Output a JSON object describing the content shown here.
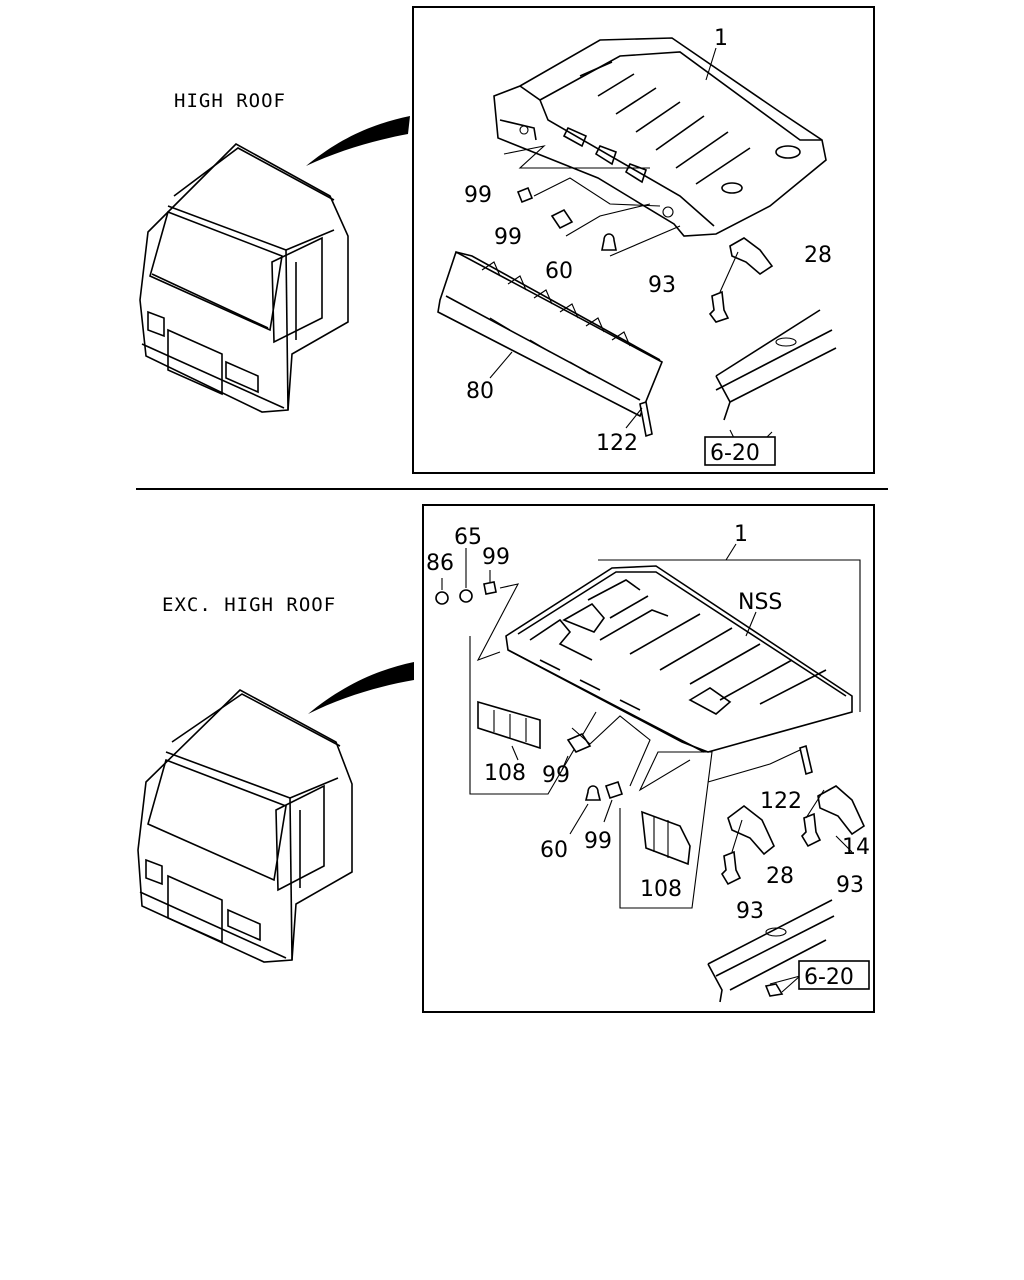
{
  "top_section": {
    "caption": "HIGH ROOF",
    "ref_box": "6-20",
    "callouts": {
      "roof_panel": "1",
      "clip_nut_a": "99",
      "clip_nut_b": "99",
      "clip": "60",
      "bracket": "28",
      "bolt": "93",
      "header_rail": "80",
      "pin": "122"
    }
  },
  "bottom_section": {
    "caption": "EXC. HIGH ROOF",
    "ref_box": "6-20",
    "nss": "NSS",
    "callouts": {
      "roof_panel": "1",
      "nut": "86",
      "washer": "65",
      "clip_nut_top": "99",
      "strip_left": "108",
      "clip_nut_a": "99",
      "clip": "60",
      "clip_nut_b": "99",
      "pin": "122",
      "bracket_r": "14",
      "bracket": "28",
      "bolt_r": "93",
      "strip_center": "108",
      "bolt": "93"
    }
  }
}
